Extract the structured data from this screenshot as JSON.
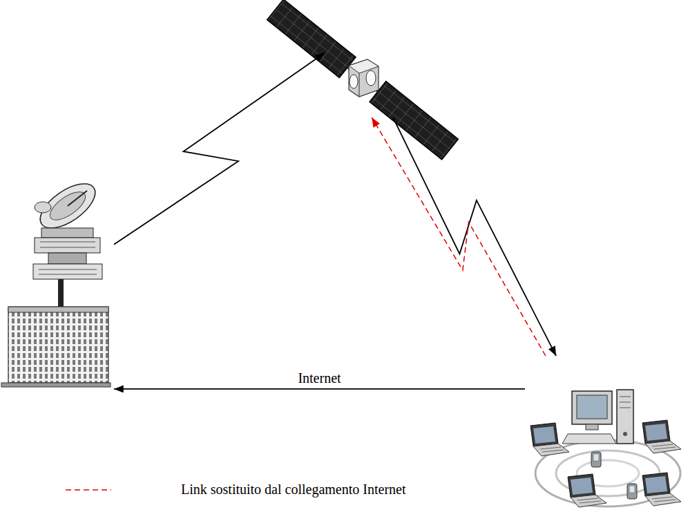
{
  "diagram": {
    "nodes": [
      {
        "text": []
      },
      {
        "text": []
      },
      {
        "text": []
      }
    ],
    "edges": [
      {
        "from": 0,
        "to": 1,
        "arrow": "to"
      },
      {
        "from": 1,
        "to": 2,
        "arrow": "to"
      },
      {
        "from": 2,
        "to": 1,
        "arrow": "to"
      },
      {
        "from": 2,
        "to": 0,
        "label": "Internet",
        "arrow": "to"
      }
    ],
    "legend": [
      {
        "text": "Link sostituito dal collegamento Internet"
      }
    ]
  }
}
